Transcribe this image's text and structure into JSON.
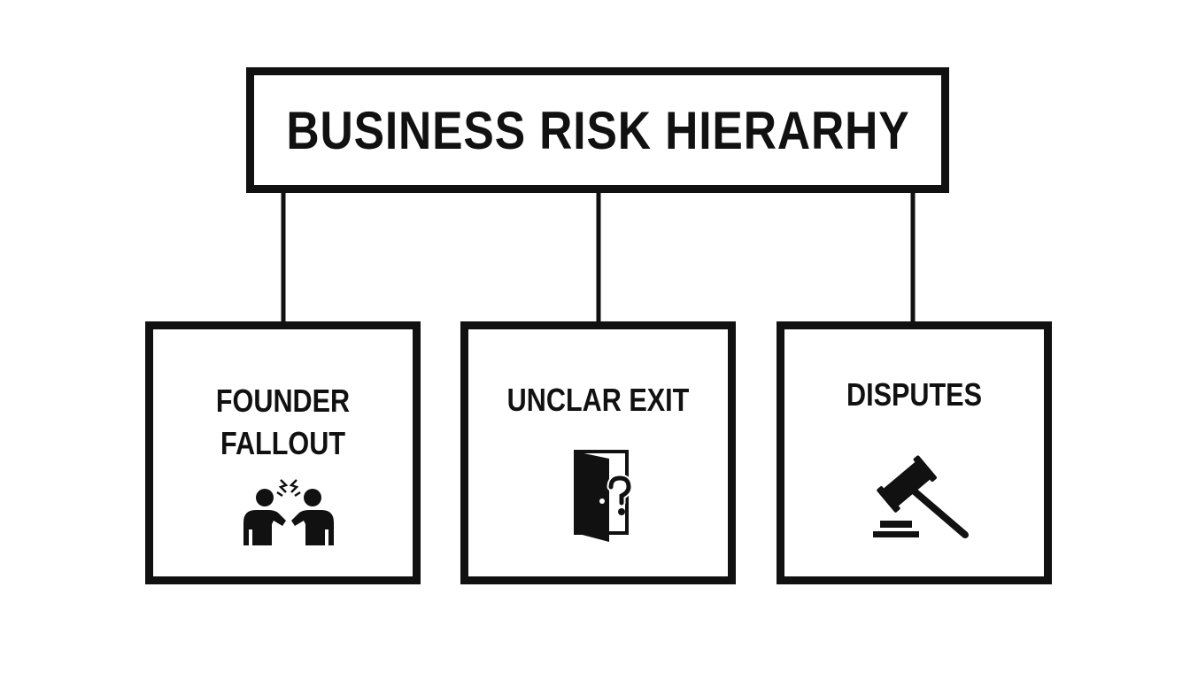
{
  "diagram": {
    "title": "BUSINESS RISK HIERARHY",
    "children": [
      {
        "label_lines": [
          "FOUNDER",
          "FALLOUT"
        ],
        "icon": "arguing-people-icon"
      },
      {
        "label_lines": [
          "UNCLAR EXIT"
        ],
        "icon": "door-question-icon"
      },
      {
        "label_lines": [
          "DISPUTES"
        ],
        "icon": "gavel-icon"
      }
    ]
  },
  "colors": {
    "stroke": "#111111",
    "background": "#ffffff"
  }
}
